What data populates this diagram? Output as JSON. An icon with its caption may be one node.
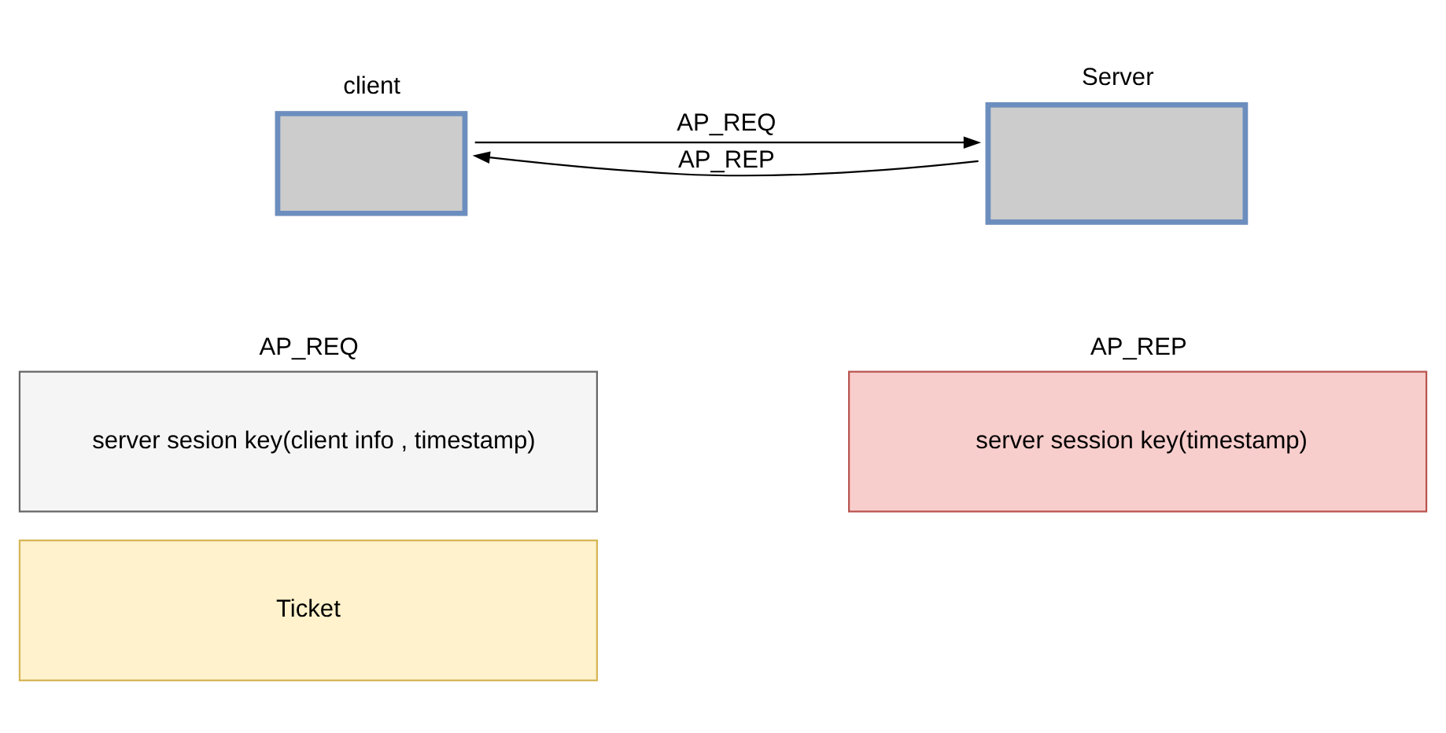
{
  "diagram": {
    "nodes": [
      {
        "text": [
          "client"
        ]
      },
      {
        "text": [
          "Server"
        ]
      },
      {
        "text": [
          "AP_REQ",
          "server sesion key(client info , timestamp)"
        ]
      },
      {
        "text": [
          "Ticket"
        ]
      },
      {
        "text": [
          "AP_REP",
          "server session key(timestamp)"
        ]
      }
    ],
    "edges": [
      {
        "from": 0,
        "to": 1,
        "arrow": "to",
        "label": "AP_REQ"
      },
      {
        "from": 1,
        "to": 0,
        "arrow": "to",
        "label": "AP_REP"
      }
    ]
  }
}
